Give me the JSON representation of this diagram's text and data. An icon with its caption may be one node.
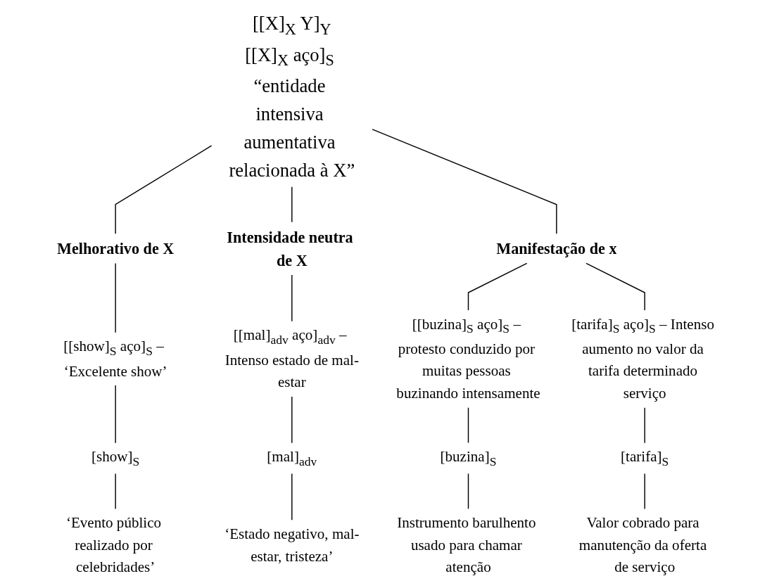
{
  "diagram": {
    "nodes": [
      {
        "text": [
          "[[X]$_{X}$ Y]$_{Y}$",
          "[[X]$_{X}$ aço]$_{S}$ “entidade intensiva aumentativa relacionada à X”"
        ]
      },
      {
        "text": [
          "Melhorativo de X"
        ]
      },
      {
        "text": [
          "Intensidade neutra de X"
        ]
      },
      {
        "text": [
          "Manifestação de x"
        ]
      },
      {
        "text": [
          "[[show]$_{S}$ aço]$_{S}$ – ‘Excelente show’"
        ]
      },
      {
        "text": [
          "[show]$_{S}$"
        ]
      },
      {
        "text": [
          "‘Evento público realizado por celebridades’"
        ]
      },
      {
        "text": [
          "[[mal]$_{adv}$ aço]$_{adv}$ – Intenso estado de mal-estar"
        ]
      },
      {
        "text": [
          "[mal]$_{adv}$"
        ]
      },
      {
        "text": [
          "‘Estado negativo, mal-estar, tristeza’"
        ]
      },
      {
        "text": [
          "[[buzina]$_{S}$ aço]$_{S}$ – protesto conduzido por muitas pessoas buzinando intensamente"
        ]
      },
      {
        "text": [
          "[buzina]$_{S}$"
        ]
      },
      {
        "text": [
          "Instrumento barulhento usado para chamar atenção"
        ]
      },
      {
        "text": [
          "[tarifa]$_{S}$ aço]$_{S}$ – Intenso aumento no valor da tarifa determinado serviço"
        ]
      },
      {
        "text": [
          "[tarifa]$_{S}$"
        ]
      },
      {
        "text": [
          "Valor cobrado para manutenção da oferta de serviço"
        ]
      }
    ],
    "edges": [
      {
        "from": 0,
        "to": 1,
        "arrow": "none"
      },
      {
        "from": 0,
        "to": 2,
        "arrow": "none"
      },
      {
        "from": 0,
        "to": 3,
        "arrow": "none"
      },
      {
        "from": 1,
        "to": 4,
        "arrow": "none"
      },
      {
        "from": 4,
        "to": 5,
        "arrow": "none"
      },
      {
        "from": 5,
        "to": 6,
        "arrow": "none"
      },
      {
        "from": 2,
        "to": 7,
        "arrow": "none"
      },
      {
        "from": 7,
        "to": 8,
        "arrow": "none"
      },
      {
        "from": 8,
        "to": 9,
        "arrow": "none"
      },
      {
        "from": 3,
        "to": 10,
        "arrow": "none"
      },
      {
        "from": 10,
        "to": 11,
        "arrow": "none"
      },
      {
        "from": 11,
        "to": 12,
        "arrow": "none"
      },
      {
        "from": 3,
        "to": 13,
        "arrow": "none"
      },
      {
        "from": 13,
        "to": 14,
        "arrow": "none"
      },
      {
        "from": 14,
        "to": 15,
        "arrow": "none"
      }
    ]
  }
}
